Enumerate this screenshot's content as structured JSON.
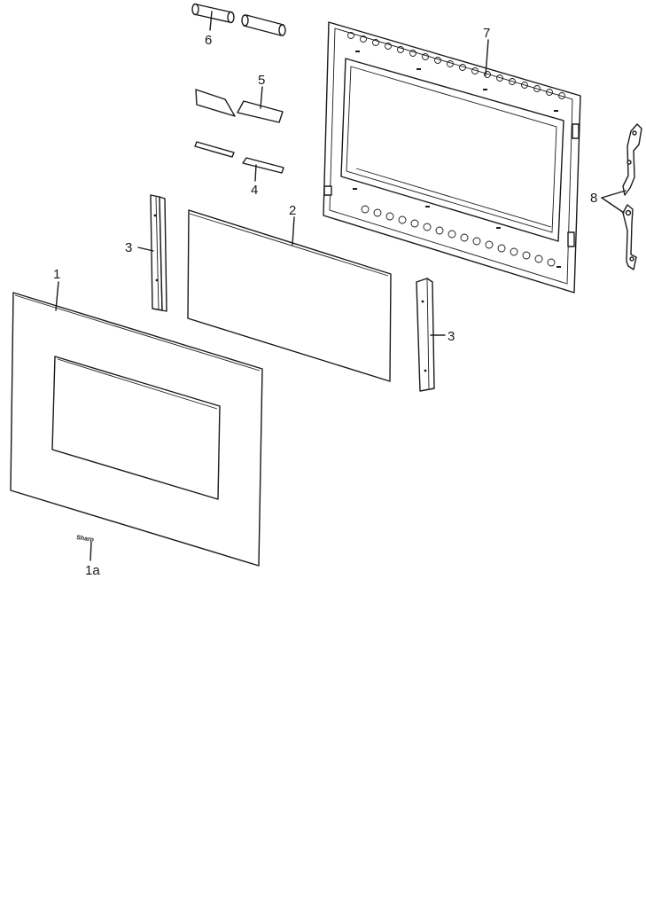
{
  "labels": {
    "outer_panel": "1",
    "badge": "1a",
    "glass_panel": "2",
    "side_trim_left": "3",
    "side_trim_right": "3",
    "lower_clips": "4",
    "middle_clips": "5",
    "top_spacers": "6",
    "inner_door_frame": "7",
    "hinges": "8"
  },
  "badge_text": "Sharp"
}
